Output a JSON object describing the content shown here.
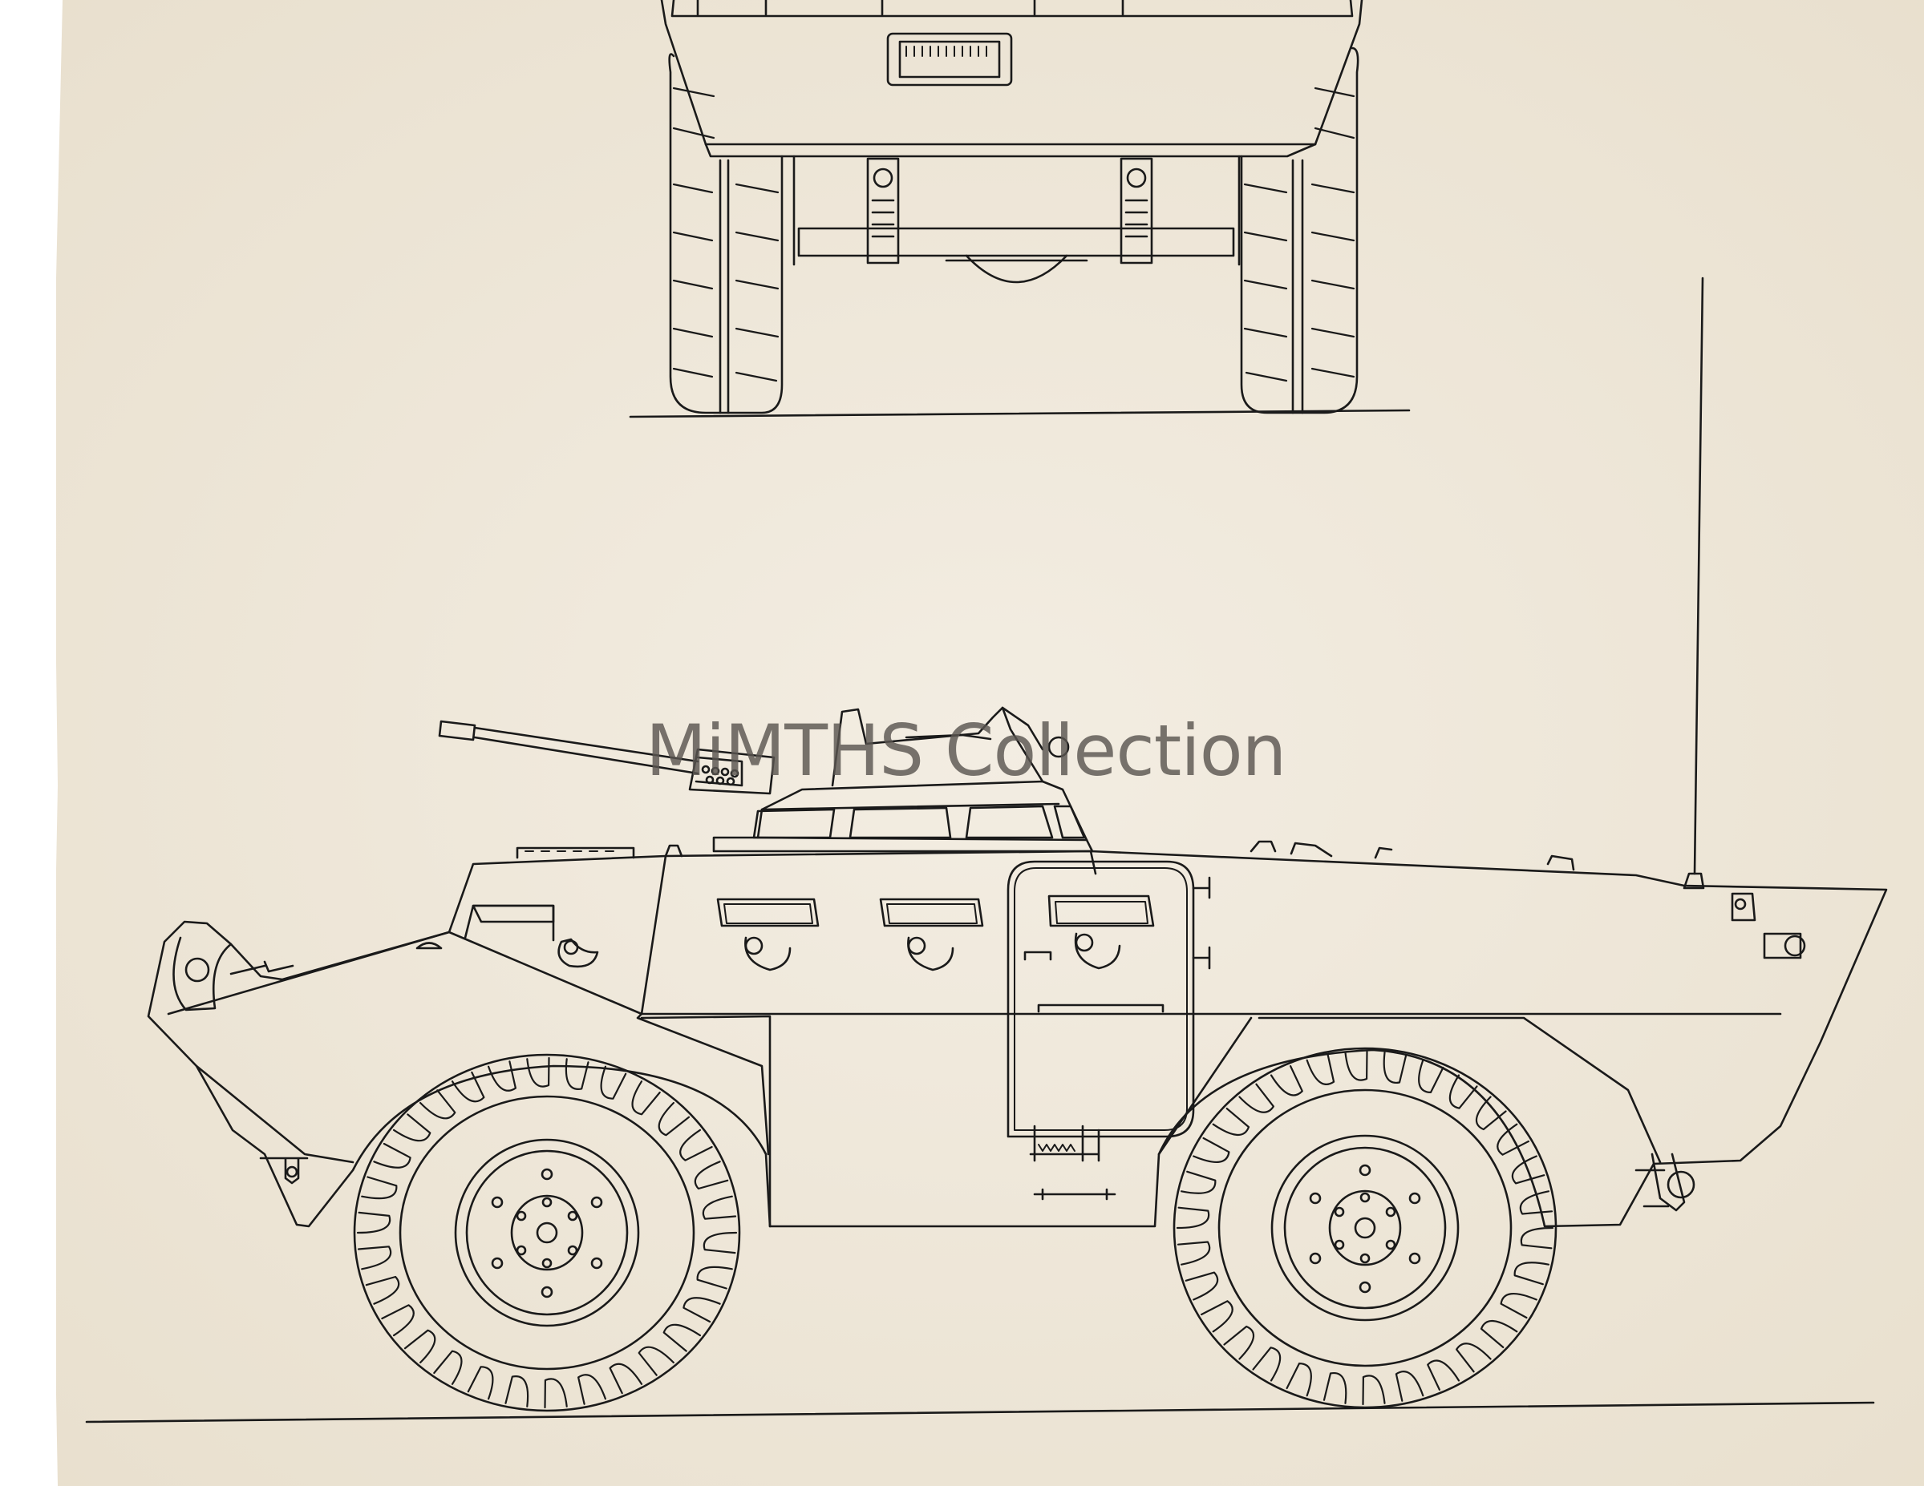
{
  "watermark": {
    "text": "MiMTHS Collection"
  },
  "colors": {
    "paper": "#f0e9dc",
    "paper_edge": "#e2d9c8",
    "ink": "#1a1a1a",
    "watermark": "#5a5650"
  },
  "views": [
    {
      "id": "rear-view",
      "subject": "vehicle rear elevation"
    },
    {
      "id": "side-view",
      "subject": "vehicle side elevation"
    }
  ]
}
